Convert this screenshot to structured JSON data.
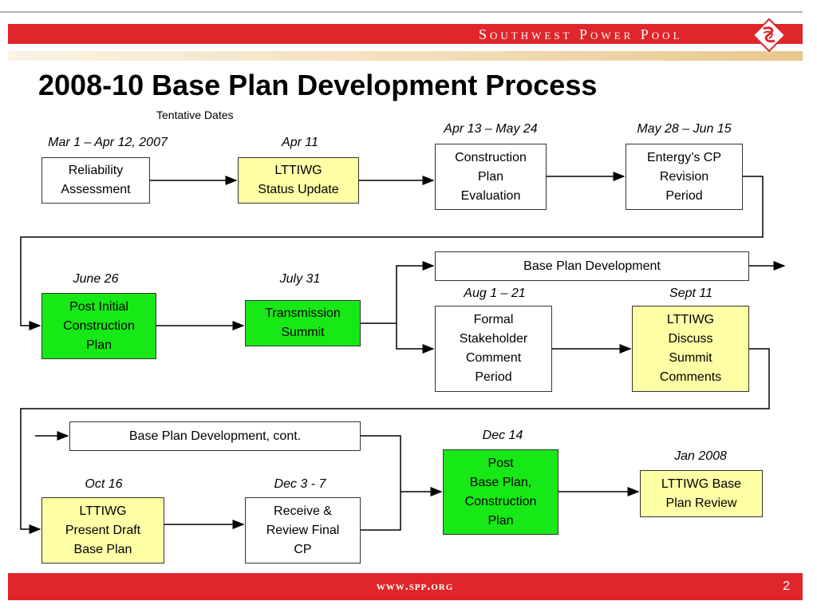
{
  "header": {
    "brand": "Southwest Power Pool",
    "title": "2008-10 Base Plan Development Process",
    "subtitle": "Tentative Dates"
  },
  "row1": {
    "dates": [
      "Mar 1 – Apr 12, 2007",
      "Apr 11",
      "Apr 13 – May 24",
      "May 28 – Jun 15"
    ],
    "boxes": [
      "Reliability\nAssessment",
      "LTTIWG\nStatus Update",
      "Construction\nPlan\nEvaluation",
      "Entergy’s CP\nRevision\nPeriod"
    ]
  },
  "row2": {
    "dates": [
      "June 26",
      "July 31",
      "Aug 1 – 21",
      "Sept 11"
    ],
    "boxes": [
      "Post Initial\nConstruction\nPlan",
      "Transmission\nSummit",
      "Formal\nStakeholder\nComment\nPeriod",
      "LTTIWG\nDiscuss\nSummit\nComments"
    ],
    "banner": "Base Plan Development"
  },
  "row3": {
    "banner": "Base Plan Development, cont.",
    "dates": [
      "Oct 16",
      "Dec 3 - 7",
      "Dec 14",
      "Jan 2008"
    ],
    "boxes": [
      "LTTIWG\nPresent Draft\nBase Plan",
      "Receive &\nReview Final\nCP",
      "Post\nBase Plan,\nConstruction\nPlan",
      "LTTIWG Base\nPlan Review"
    ]
  },
  "footer": {
    "url": "www.spp.org",
    "page": "2"
  },
  "colors": {
    "brand_red": "#e0262b",
    "box_yellow": "#ffffa6",
    "box_green": "#16e916"
  }
}
